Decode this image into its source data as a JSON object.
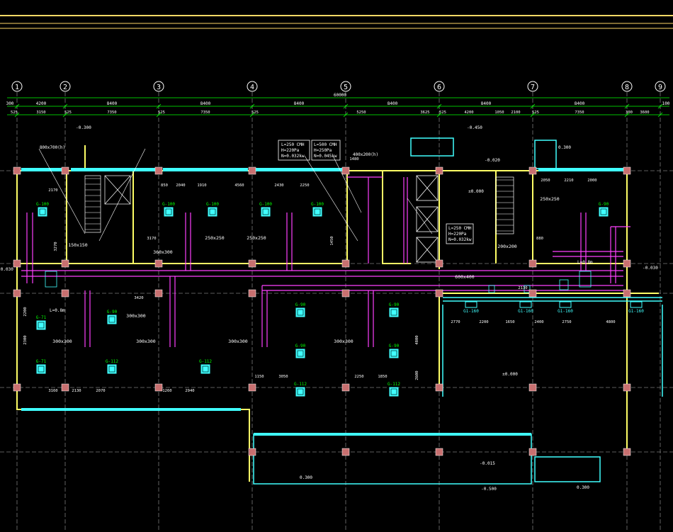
{
  "axes": {
    "labels": [
      "1",
      "2",
      "3",
      "4",
      "5",
      "6",
      "7",
      "8",
      "9"
    ]
  },
  "top_dimensions": {
    "row1": [
      "300",
      "4200",
      "8400",
      "8400",
      "8400",
      "8400",
      "8400",
      "8400",
      "100"
    ],
    "row2": [
      "525",
      "3150",
      "525",
      "7350",
      "525",
      "7350",
      "525",
      "5250",
      "3625",
      "525",
      "4200",
      "1050",
      "2100",
      "525",
      "7350",
      "300",
      "3600"
    ],
    "overall": "60000"
  },
  "levels": {
    "a": "-0.300",
    "b": "-0.450",
    "c": "-0.020",
    "d": "0.300",
    "e": "±0.000",
    "f": "-0.030",
    "g": "-0.015",
    "h": "-0.500",
    "i": "0.300",
    "j": "0.300",
    "k": "±0.000"
  },
  "callouts": {
    "c1": "L=250 CMH",
    "c2": "H=220Pa",
    "c3": "N=0.032kw",
    "c4": "L=500 CMH",
    "c5": "H=250Pa",
    "c6": "N=0.045kw",
    "c7": "400x200(h)",
    "c8": "L=250 CMH",
    "c9": "H=220Pa",
    "c10": "N=0.032kw",
    "c11": "L=0.8m",
    "c12": "L=0.8m"
  },
  "ducts": {
    "d1": "250x250",
    "d2": "250x250",
    "d3": "250x250",
    "d4": "360x300",
    "d5": "300x300",
    "d6": "300x300",
    "d7": "300x300",
    "d8": "300x300",
    "d9": "150x150",
    "d10": "200x200",
    "d11": "600x400",
    "d12": "800x700(h)"
  },
  "diffusers": {
    "g1": "G-100",
    "g2": "G-100",
    "g3": "G-100",
    "g4": "G-100",
    "g5": "G-100",
    "g6": "G-90",
    "g7": "G-90",
    "g8": "G-90",
    "g9": "G-90",
    "g10": "G-90",
    "g11": "G-90",
    "g12": "G-112",
    "g13": "G-112",
    "g14": "G-112",
    "g15": "G-112",
    "g16": "G-71",
    "g17": "G-71"
  },
  "grilles": [
    "G1-160",
    "G1-160",
    "G1-160",
    "G1-160"
  ],
  "inner_dims": {
    "a": "2170",
    "b": "3270",
    "c": "850",
    "d": "2040",
    "e": "1910",
    "f": "4560",
    "g": "2430",
    "h": "2250",
    "i": "2050",
    "j": "2210",
    "k": "2000",
    "l": "3170",
    "m": "3420",
    "n": "2770",
    "o": "2200",
    "p": "1650",
    "q": "2400",
    "r": "2750",
    "s": "4800",
    "t": "2130",
    "u": "2070",
    "v": "3160",
    "w": "1260",
    "x": "2940",
    "y": "1150",
    "z": "3050",
    "aa": "2250",
    "ab": "1850",
    "ac": "1450",
    "ad": "2200",
    "ae": "2300",
    "af": "2600",
    "ag": "1480",
    "ah": "2130",
    "ai": "880",
    "aj": "4800"
  },
  "colors": {
    "background": "#000000",
    "wall": "#ffff66",
    "grid": "#888888",
    "dimension": "#00ff00",
    "duct": "#ff40ff",
    "window": "#40ffff",
    "column": "#c87070",
    "text": "#ffffff",
    "title_line": "#ffd966"
  }
}
